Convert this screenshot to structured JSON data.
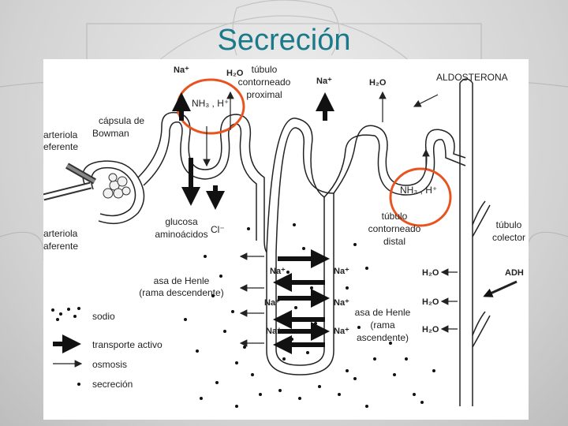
{
  "slide": {
    "title": "Secreción"
  },
  "labels": {
    "na_top_left": "Na⁺",
    "h2o_top_left": "H₂O",
    "tubulo_proximal": [
      "túbulo",
      "contorneado",
      "proximal"
    ],
    "na_top_mid": "Na⁺",
    "h2o_top_mid": "H₂O",
    "aldosterona": "ALDOSTERONA",
    "nh3_left": "NH₃ , H⁺",
    "capsula": [
      "cápsula de",
      "Bowman"
    ],
    "arteriola_eferente": [
      "arteriola",
      "eferente"
    ],
    "arteriola_aferente": [
      "arteriola",
      "aferente"
    ],
    "glucosa": [
      "glucosa",
      "aminoácidos"
    ],
    "cl": "Cl⁻",
    "nh3_right": "NH₃ , H⁺",
    "tubulo_distal": [
      "túbulo",
      "contorneado",
      "distal"
    ],
    "tubulo_colector": [
      "túbulo",
      "colector"
    ],
    "asa_desc": [
      "asa de Henle",
      "(rama descendente)"
    ],
    "asa_asc": [
      "asa de Henle",
      "(rama",
      "ascendente)"
    ],
    "na_loop": [
      "Na⁺",
      "Na⁺",
      "Na⁺",
      "Na⁺",
      "Na⁺",
      "Na⁺"
    ],
    "h2o_collector": [
      "H₂O",
      "H₂O",
      "H₂O"
    ],
    "adh": "ADH"
  },
  "legend": {
    "sodio": "sodio",
    "transporte_activo": "transporte activo",
    "osmosis": "osmosis",
    "secrecion": "secreción"
  },
  "colors": {
    "title": "#1a7a8a",
    "highlight_circle": "#e8531f"
  }
}
